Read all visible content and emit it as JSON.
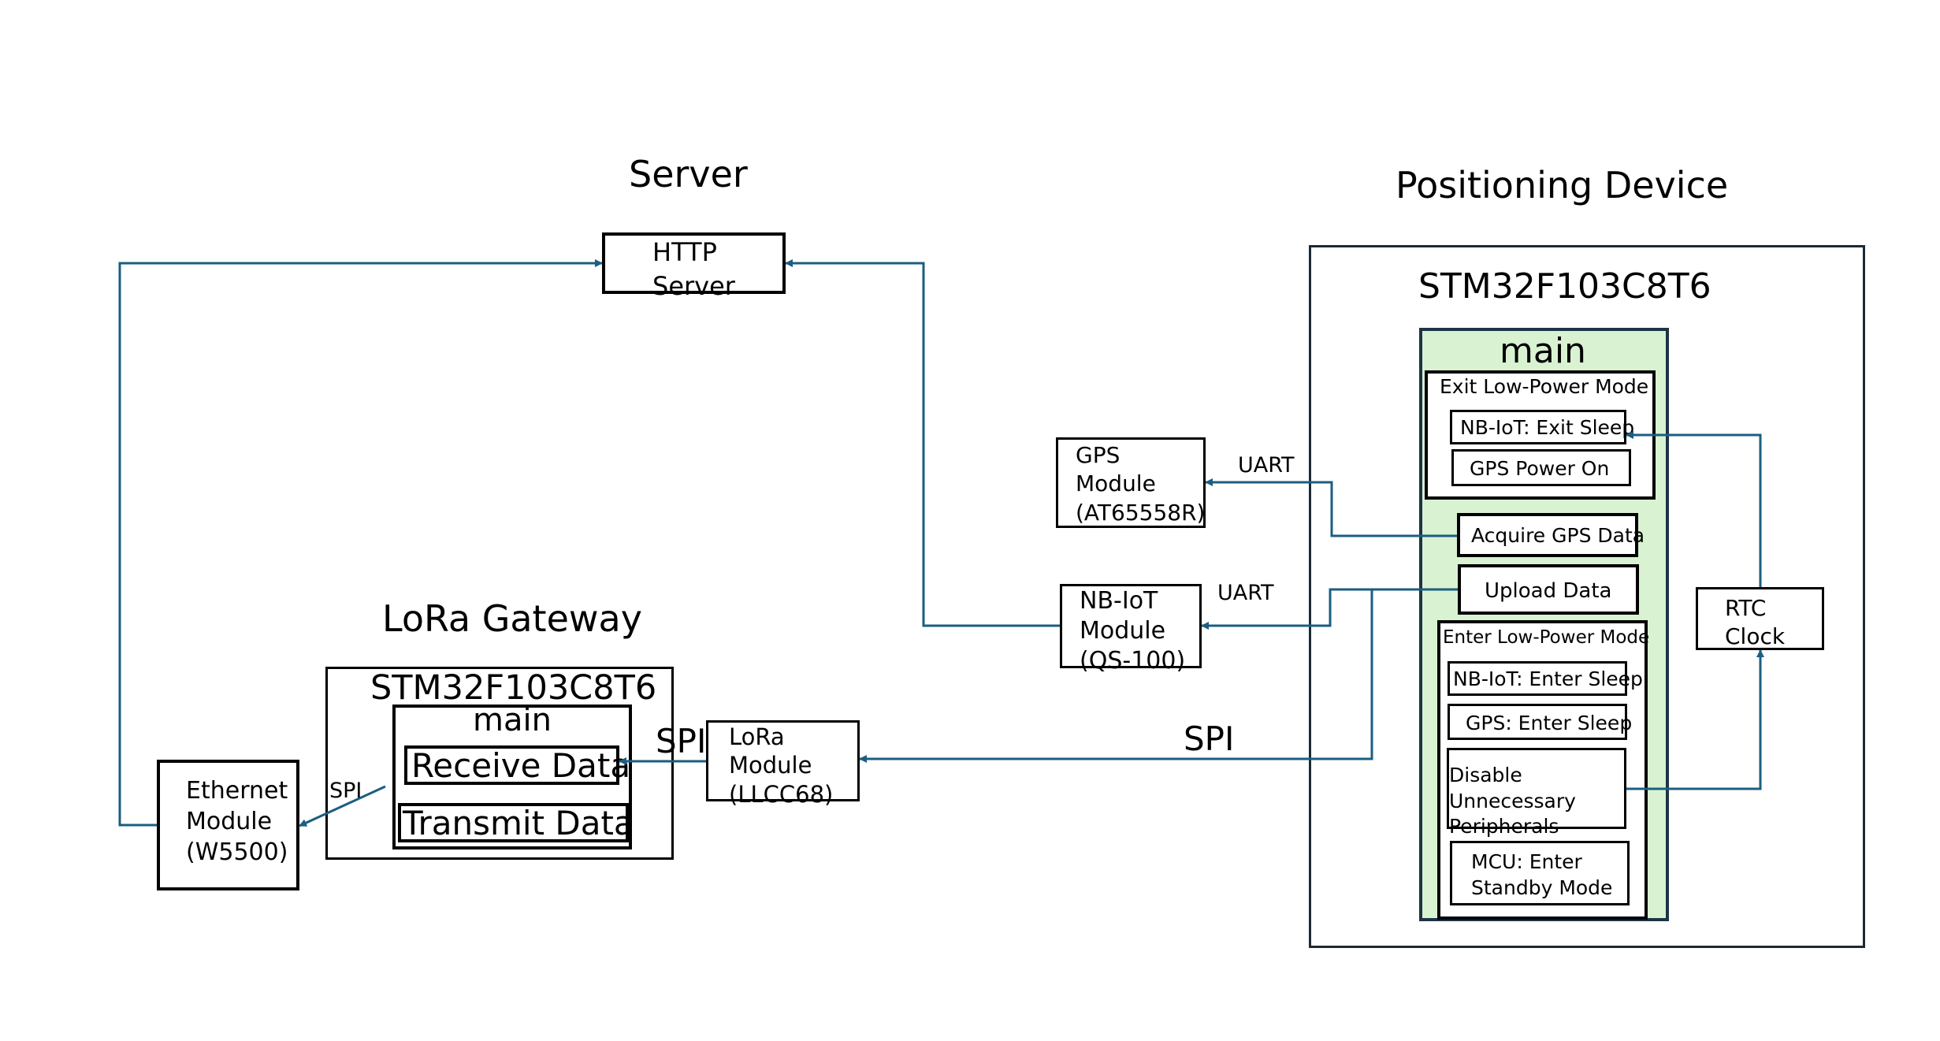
{
  "sections": {
    "server": "Server",
    "positioning_device": "Positioning Device",
    "lora_gateway": "LoRa Gateway"
  },
  "server": {
    "http_server": "HTTP\nServer"
  },
  "device": {
    "mcu": "STM32F103C8T6",
    "main": "main",
    "exit_low_power": {
      "title": "Exit Low-Power Mode",
      "nbiot_exit_sleep": "NB-IoT: Exit Sleep",
      "gps_power_on": "GPS Power On"
    },
    "acquire_gps": "Acquire GPS Data",
    "upload_data": "Upload Data",
    "enter_low_power": {
      "title": "Enter Low-Power Mode",
      "nbiot_enter_sleep": "NB-IoT: Enter Sleep",
      "gps_enter_sleep": "GPS: Enter Sleep",
      "disable_peripherals": "Disable Unnecessary\nPeripherals",
      "mcu_standby": "MCU: Enter\nStandby Mode"
    },
    "rtc": "RTC\nClock"
  },
  "peripherals": {
    "gps_module": "GPS\nModule\n(AT65558R)",
    "nbiot_module": "NB-IoT\nModule\n(QS-100)",
    "lora_module": "LoRa\nModule\n(LLCC68)",
    "ethernet_module": "Ethernet\nModule\n(W5500)"
  },
  "gateway": {
    "mcu": "STM32F103C8T6",
    "main": "main",
    "receive_data": "Receive Data",
    "transmit_data": "Transmit Data"
  },
  "links": {
    "uart_gps": "UART",
    "uart_nbiot": "UART",
    "spi_lora": "SPI",
    "spi_gateway_lora": "SPI",
    "spi_ethernet": "SPI"
  },
  "colors": {
    "connector": "#1b5e80",
    "main_fill": "#d9f2d2",
    "border": "#000000"
  }
}
